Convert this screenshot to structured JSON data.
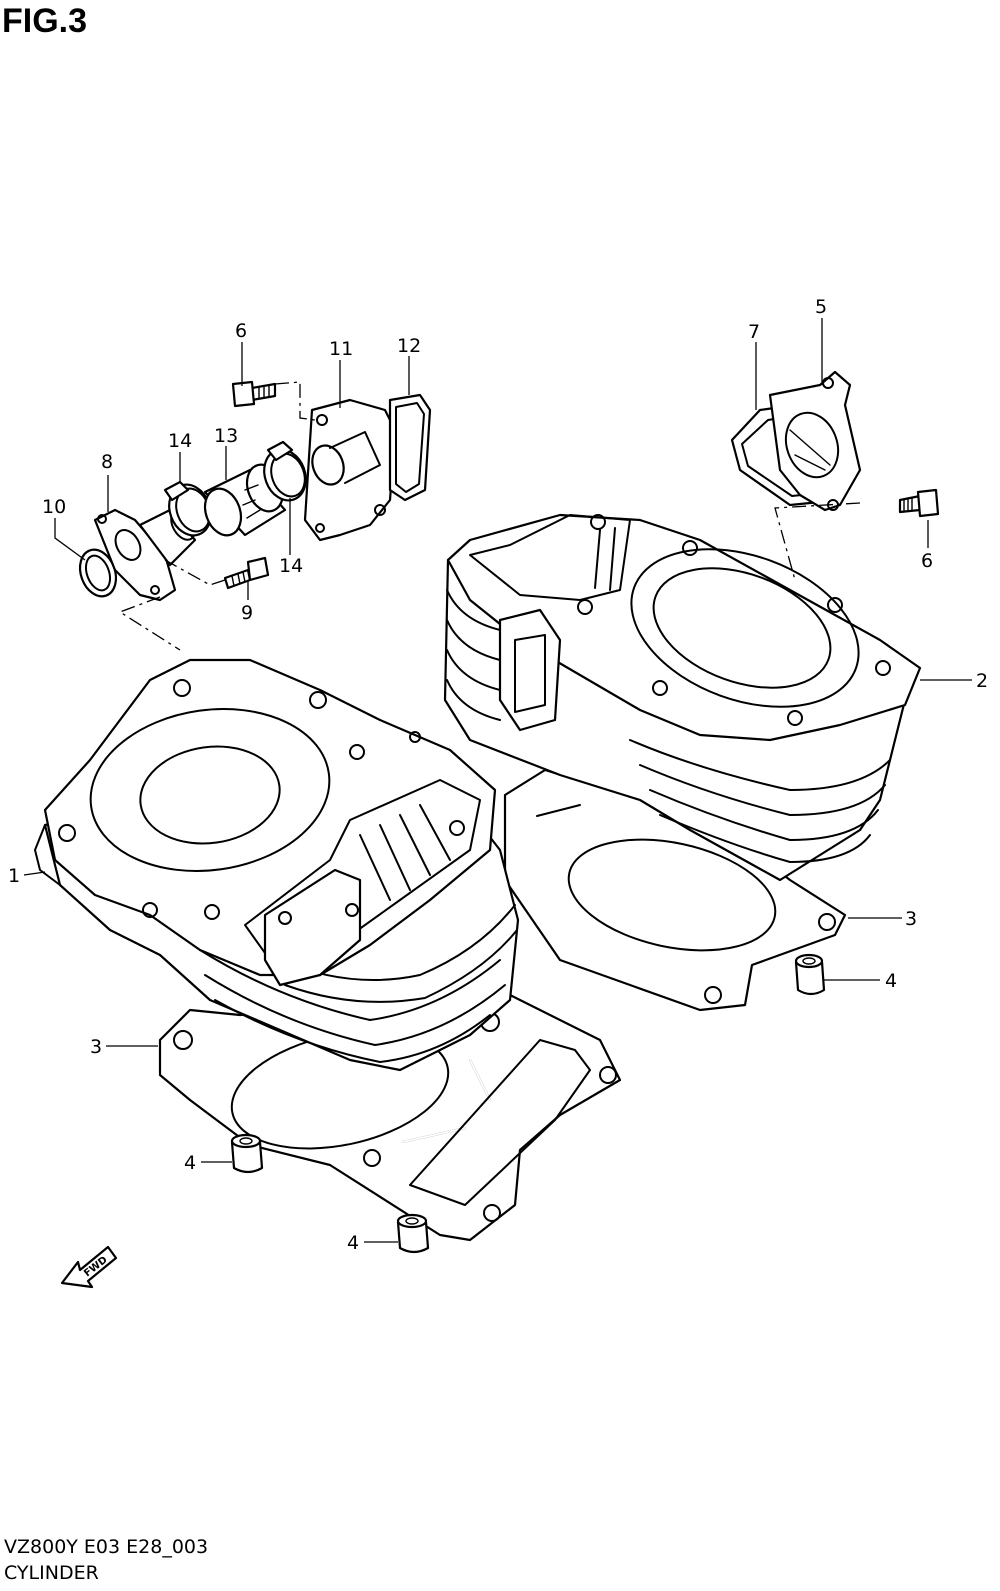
{
  "figure": {
    "title": "FIG.3"
  },
  "callouts": {
    "c1": "1",
    "c2": "2",
    "c3a": "3",
    "c3b": "3",
    "c4a": "4",
    "c4b": "4",
    "c4c": "4",
    "c5": "5",
    "c6a": "6",
    "c6b": "6",
    "c7": "7",
    "c8": "8",
    "c9": "9",
    "c10": "10",
    "c11": "11",
    "c12": "12",
    "c13": "13",
    "c14a": "14",
    "c14b": "14"
  },
  "fwd_label": "FWD",
  "footer": {
    "model": "VZ800Y E03 E28_003",
    "caption": "CYLINDER"
  }
}
